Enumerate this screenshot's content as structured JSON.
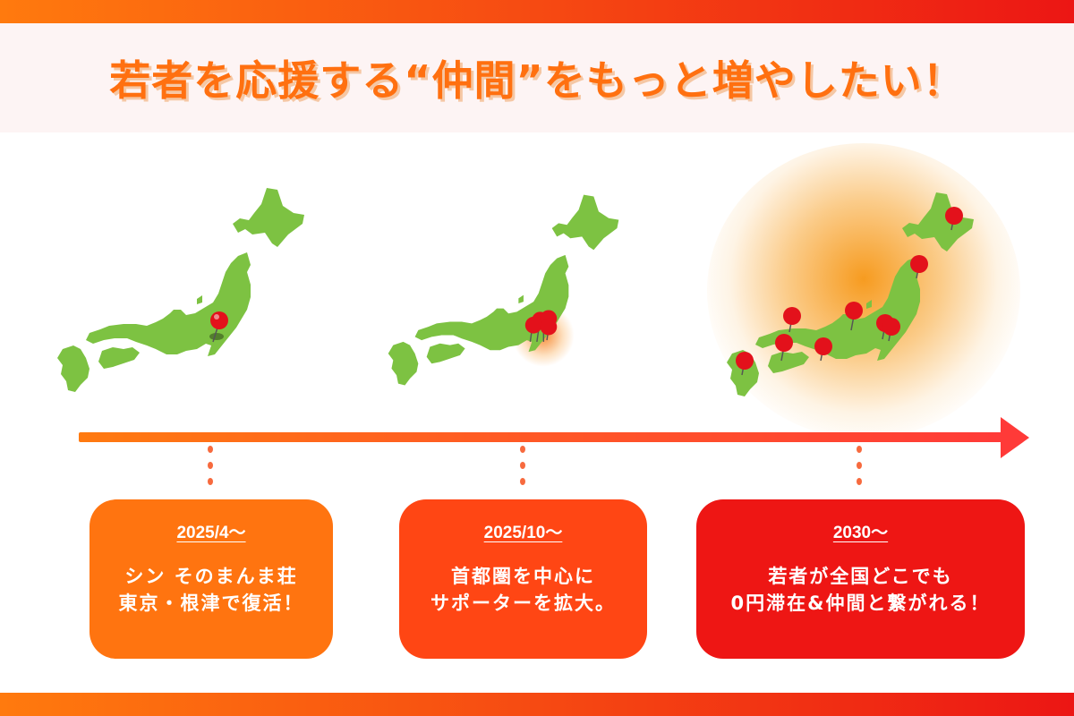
{
  "header": {
    "title": "若者を応援する“仲間”をもっと増やしたい！"
  },
  "colors": {
    "accent_orange": "#ff7410",
    "accent_red_orange": "#ff4614",
    "accent_red": "#ee1614",
    "map_green": "#7dc242",
    "pin_red": "#e3111b",
    "glow_orange": "#f69614"
  },
  "maps": [
    {
      "label": "japan-map-stage-1",
      "pins": 1,
      "pin_locations": [
        "Tokyo"
      ]
    },
    {
      "label": "japan-map-stage-2",
      "pins": 4,
      "pin_locations": [
        "Tokyo metropolitan area"
      ]
    },
    {
      "label": "japan-map-stage-3",
      "pins": 10,
      "pin_locations": [
        "Hokkaido",
        "Tohoku",
        "Hokuriku",
        "Kanto",
        "Kanto",
        "Chugoku",
        "Shikoku",
        "Kinki",
        "Kyushu",
        "Chugoku-north"
      ]
    }
  ],
  "timeline": {
    "milestones": [
      {
        "date": "2025/4〜",
        "lines": [
          "シン そのまんま荘",
          "東京・根津で復活！"
        ]
      },
      {
        "date": "2025/10〜",
        "lines": [
          "首都圏を中心に",
          "サポーターを拡大。"
        ]
      },
      {
        "date": "2030〜",
        "lines": [
          "若者が全国どこでも",
          "0円滞在&仲間と繋がれる！"
        ]
      }
    ]
  }
}
